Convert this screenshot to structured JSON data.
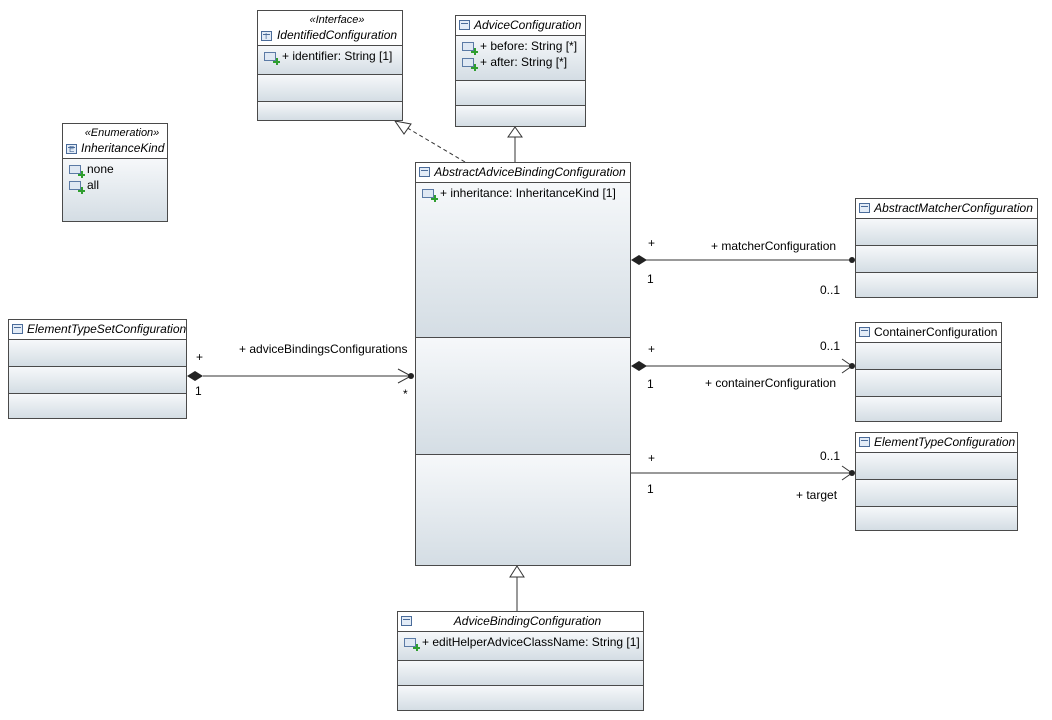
{
  "classes": {
    "identified": {
      "stereotype": "«Interface»",
      "name": "IdentifiedConfiguration",
      "attributes": [
        "+ identifier: String [1]"
      ]
    },
    "advice": {
      "name": "AdviceConfiguration",
      "attributes": [
        "+ before: String [*]",
        "+ after: String [*]"
      ]
    },
    "inheritance_kind": {
      "stereotype": "«Enumeration»",
      "name": "InheritanceKind",
      "literals": [
        "none",
        "all"
      ]
    },
    "abstract_binding": {
      "name": "AbstractAdviceBindingConfiguration",
      "attributes": [
        "+ inheritance: InheritanceKind [1]"
      ]
    },
    "matcher": {
      "name": "AbstractMatcherConfiguration"
    },
    "element_type_set": {
      "name": "ElementTypeSetConfiguration"
    },
    "container": {
      "name": "ContainerConfiguration"
    },
    "element_type": {
      "name": "ElementTypeConfiguration"
    },
    "advice_binding": {
      "name": "AdviceBindingConfiguration",
      "attributes": [
        "+ editHelperAdviceClassName: String [1]"
      ]
    }
  },
  "associations": {
    "matcher": {
      "role": "+ matcherConfiguration",
      "owner_vis": "+",
      "owner_mult": "1",
      "target_mult": "0..1"
    },
    "advice_bindings": {
      "role": "+ adviceBindingsConfigurations",
      "owner_vis": "+",
      "owner_mult": "1",
      "target_mult": "*"
    },
    "container": {
      "role": "+ containerConfiguration",
      "owner_vis": "+",
      "owner_mult": "1",
      "target_mult": "0..1"
    },
    "target": {
      "role": "+ target",
      "owner_vis": "+",
      "owner_mult": "1",
      "target_mult": "0..1"
    }
  }
}
